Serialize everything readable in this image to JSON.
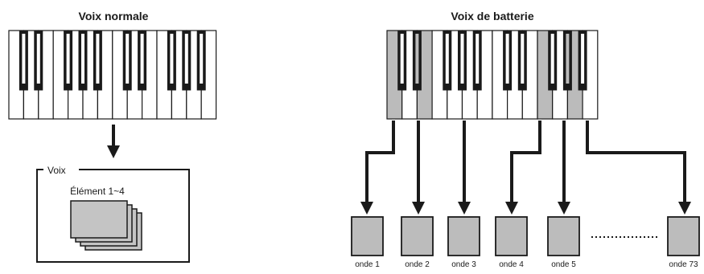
{
  "normal_voice": {
    "title": "Voix normale",
    "voice_box_label": "Voix",
    "element_label": "Élément 1~4"
  },
  "drum_voice": {
    "title": "Voix de batterie",
    "wave_labels": [
      "onde 1",
      "onde 2",
      "onde 3",
      "onde 4",
      "onde 5",
      "onde 73"
    ]
  },
  "colors": {
    "key_highlight": "#bbbbbb",
    "wave_box_fill": "#bcbcbc",
    "element_card_fill": "#c4c4c4",
    "stroke": "#1a1a1a"
  }
}
